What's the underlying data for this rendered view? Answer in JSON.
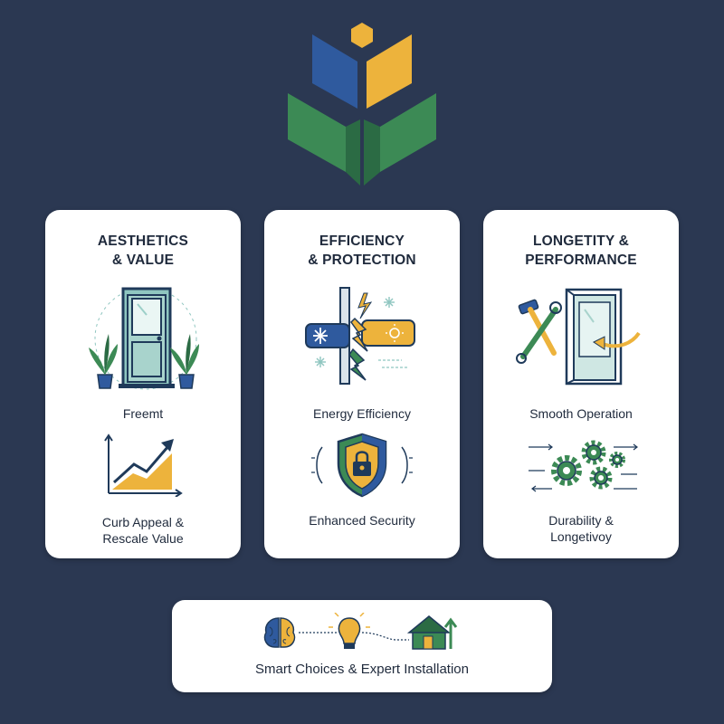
{
  "colors": {
    "background": "#2b3852",
    "blue": "#2f5a9e",
    "gold": "#edb33c",
    "green": "#3c8a55",
    "teal": "#8fc6c0",
    "navy": "#1f3a5a"
  },
  "cards": [
    {
      "title_line1": "AESTHETICS",
      "title_line2": "& VALUE",
      "feature1": "Freemt",
      "feature2_line1": "Curb Appeal &",
      "feature2_line2": "Rescale Value",
      "icons": [
        "door-with-plants-icon",
        "rising-chart-icon"
      ]
    },
    {
      "title_line1": "EFFICIENCY",
      "title_line2": "& PROTECTION",
      "feature1": "Energy Efficiency",
      "feature2_line1": "Enhanced Security",
      "feature2_line2": "",
      "icons": [
        "hot-cold-barrier-icon",
        "shield-lock-icon"
      ]
    },
    {
      "title_line1": "LONGETITY &",
      "title_line2": "PERFORMANCE",
      "feature1": "Smooth Operation",
      "feature2_line1": "Durability &",
      "feature2_line2": "Longetivoy",
      "icons": [
        "tools-door-icon",
        "gears-icon"
      ]
    }
  ],
  "bottom": {
    "label": "Smart Choices & Expert Installation",
    "icons": [
      "brain-icon",
      "lightbulb-icon",
      "house-growth-icon"
    ]
  }
}
